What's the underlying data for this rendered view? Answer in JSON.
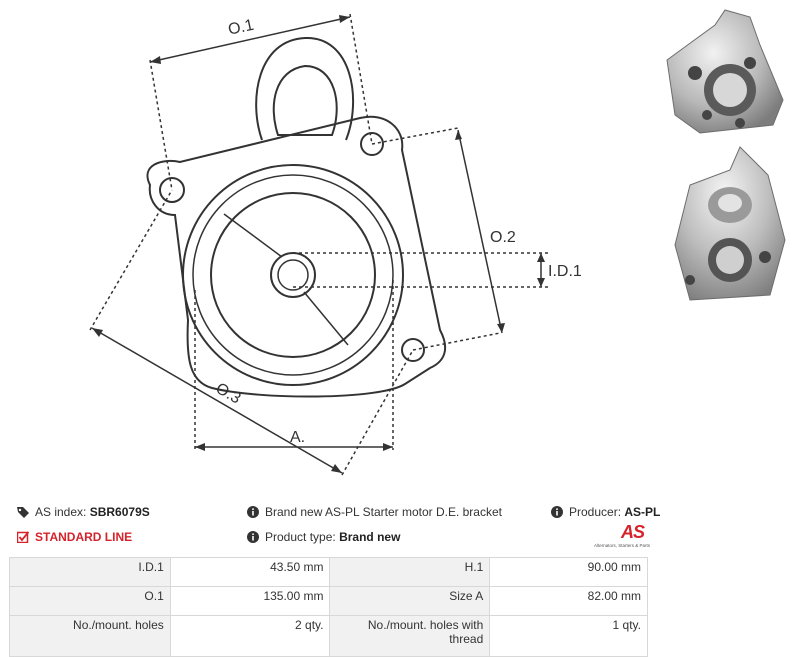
{
  "drawing": {
    "labels": {
      "o1": "O.1",
      "o2": "O.2",
      "o3": "O.3",
      "id1": "I.D.1",
      "a": "A."
    }
  },
  "info": {
    "as_index_label": "AS index:",
    "as_index_value": "SBR6079S",
    "description": "Brand new AS-PL Starter motor D.E. bracket",
    "producer_label": "Producer:",
    "producer_value": "AS-PL",
    "standard_line": "STANDARD LINE",
    "product_type_label": "Product type:",
    "product_type_value": "Brand new"
  },
  "logo": {
    "mark": "AS",
    "tagline": "Alternators, Starters & Parts",
    "color": "#d6232b"
  },
  "specs": {
    "rows": [
      {
        "l1": "I.D.1",
        "v1": "43.50 mm",
        "l2": "H.1",
        "v2": "90.00 mm"
      },
      {
        "l1": "O.1",
        "v1": "135.00 mm",
        "l2": "Size A",
        "v2": "82.00 mm"
      },
      {
        "l1": "No./mount. holes",
        "v1": "2 qty.",
        "l2": "No./mount. holes with thread",
        "v2": "1 qty."
      }
    ]
  },
  "icons": {
    "tag": "tag-icon",
    "info": "info-icon",
    "check": "checkbox-icon"
  }
}
